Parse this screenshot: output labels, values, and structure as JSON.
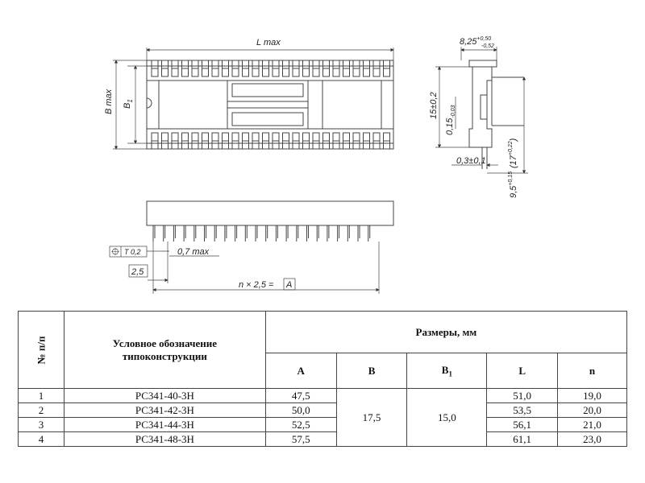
{
  "drawing": {
    "labels": {
      "l_max": "L max",
      "b_max": "B max",
      "b1": "B",
      "b1_sub": "1",
      "width_dim": "8,25",
      "width_tol_plus": "+0,50",
      "width_tol_minus": "-0,52",
      "height_15": "15±0,2",
      "dim_015": "0,15",
      "dim_015_tol": "-0,03",
      "dim_03": "0,3±0,1",
      "dim_95": "9,5",
      "dim_95_tol": "+0,15",
      "dim_17": "(17",
      "dim_17_tol": "+0,22",
      "dim_17_close": ")",
      "pos_tol": "T 0,2",
      "pin_07": "0,7 max",
      "pitch_25": "2,5",
      "pitch_formula": "n × 2,5 =",
      "ref_a": "A"
    }
  },
  "table": {
    "col_num": "№ п/п",
    "col_name": "Условное обозначение типоконструкции",
    "col_sizes": "Размеры, мм",
    "col_a": "A",
    "col_b": "B",
    "col_b1": "B",
    "col_b1_sub": "1",
    "col_l": "L",
    "col_n": "n",
    "shared_b": "17,5",
    "shared_b1": "15,0",
    "rows": [
      {
        "num": "1",
        "name": "РС341-40-3Н",
        "a": "47,5",
        "l": "51,0",
        "n": "19,0"
      },
      {
        "num": "2",
        "name": "РС341-42-3Н",
        "a": "50,0",
        "l": "53,5",
        "n": "20,0"
      },
      {
        "num": "3",
        "name": "РС341-44-3Н",
        "a": "52,5",
        "l": "56,1",
        "n": "21,0"
      },
      {
        "num": "4",
        "name": "РС341-48-3Н",
        "a": "57,5",
        "l": "61,1",
        "n": "23,0"
      }
    ]
  }
}
